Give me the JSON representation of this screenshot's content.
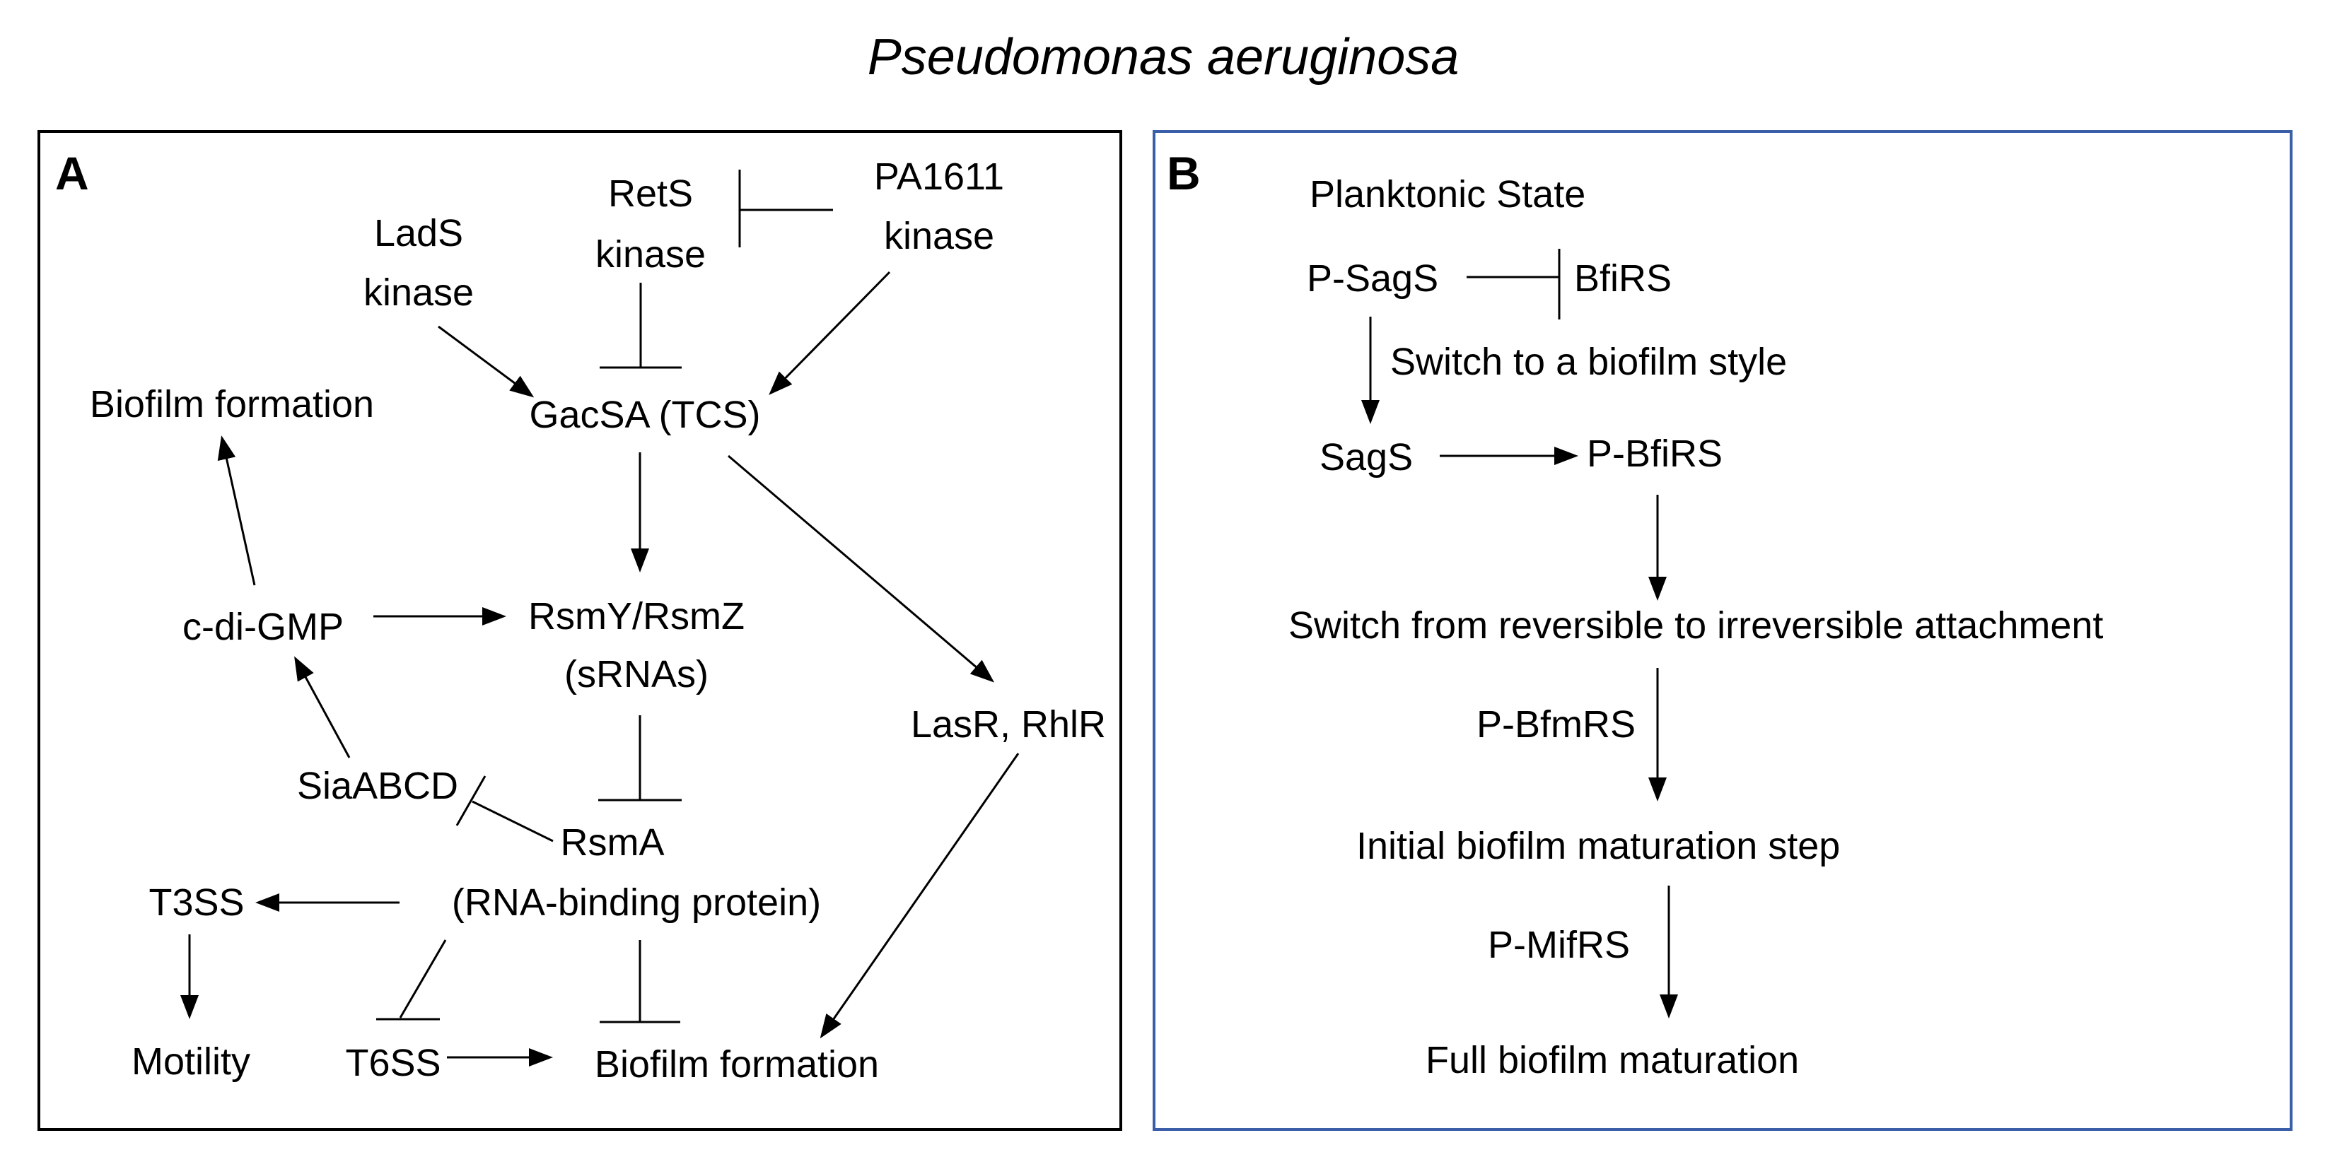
{
  "title": "Pseudomonas aeruginosa",
  "colors": {
    "panel_a_border": "#000000",
    "panel_b_border": "#3a5ea8",
    "ink": "#000000"
  },
  "panel_a": {
    "label": "A",
    "nodes": {
      "rets_kinase_1": "RetS",
      "rets_kinase_2": "kinase",
      "pa1611_kinase_1": "PA1611",
      "pa1611_kinase_2": "kinase",
      "lads_kinase_1": "LadS",
      "lads_kinase_2": "kinase",
      "biofilm_formation_top": "Biofilm formation",
      "gacsa_tcs": "GacSA (TCS)",
      "c_di_gmp": "c-di-GMP",
      "rsmy_rsmz_1": "RsmY/RsmZ",
      "rsmy_rsmz_2": "(sRNAs)",
      "lasr_rhlr": "LasR, RhlR",
      "siaabcd": "SiaABCD",
      "rsma_1": "RsmA",
      "rsma_2": "(RNA-binding protein)",
      "t3ss": "T3SS",
      "motility": "Motility",
      "t6ss": "T6SS",
      "biofilm_formation_bottom": "Biofilm formation"
    }
  },
  "panel_b": {
    "label": "B",
    "nodes": {
      "planktonic_state": "Planktonic State",
      "p_sags": "P-SagS",
      "bfirs": "BfiRS",
      "switch_biofilm_style": "Switch to a biofilm style",
      "sags": "SagS",
      "p_bfirs": "P-BfiRS",
      "switch_attachment": "Switch from reversible to irreversible attachment",
      "p_bfmrs": "P-BfmRS",
      "initial_maturation": "Initial biofilm maturation step",
      "p_mifrs": "P-MifRS",
      "full_maturation": "Full biofilm maturation"
    }
  }
}
